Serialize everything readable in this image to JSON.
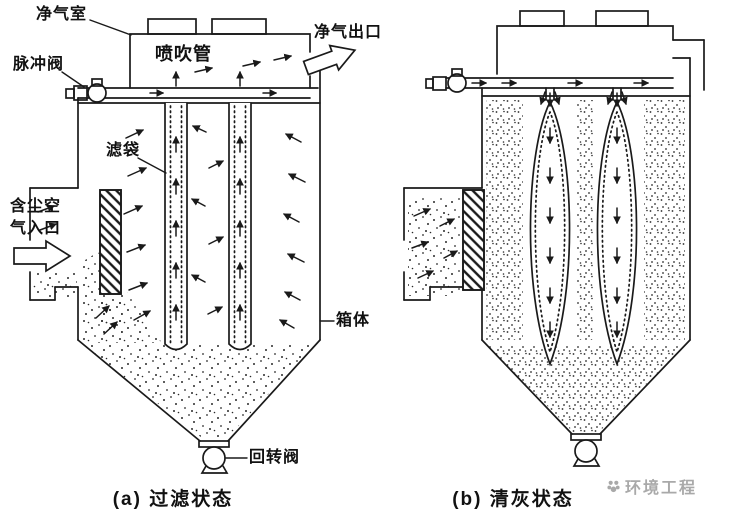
{
  "figure": {
    "background_color": "#ffffff",
    "ink_color": "#1a1a1a",
    "watermark_color": "#a9a9a9"
  },
  "diagram_a": {
    "labels": {
      "clean_air_chamber": "净气室",
      "pulse_valve": "脉冲阀",
      "blow_pipe": "喷吹管",
      "clean_air_outlet": "净气出口",
      "filter_bag": "滤袋",
      "dusty_air_inlet_line1": "含尘空",
      "dusty_air_inlet_line2": "气入口",
      "housing": "箱体",
      "rotary_valve": "回转阀"
    },
    "caption": "(a) 过滤状态"
  },
  "diagram_b": {
    "caption": "(b) 清灰状态"
  },
  "watermark": {
    "text": "环境工程"
  }
}
